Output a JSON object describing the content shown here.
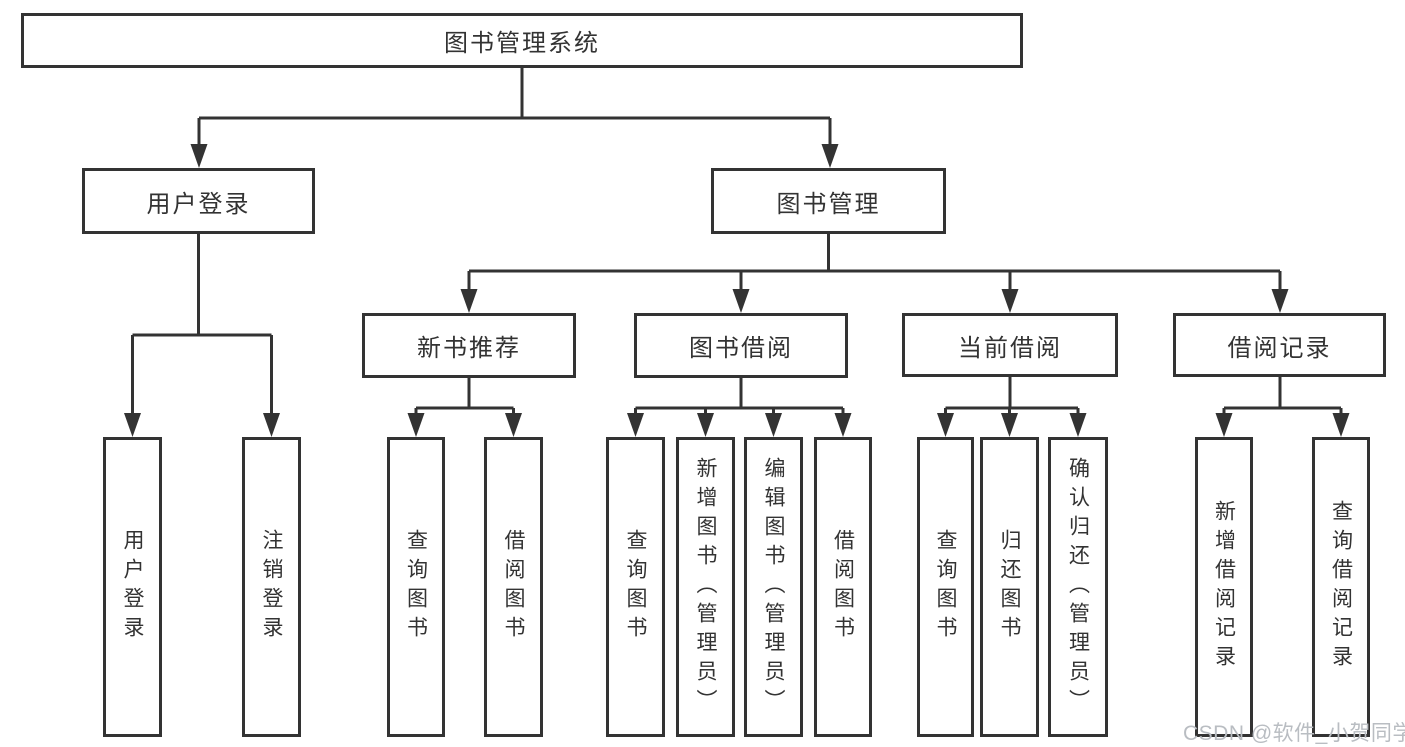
{
  "colors": {
    "line": "#333333",
    "text": "#333333",
    "box_background": "#ffffff",
    "page_background": "#ffffff",
    "watermark": "#b9bdc2"
  },
  "watermark": {
    "text": "CSDN @软件_小贺同学"
  },
  "tree": {
    "label": "图书管理系统",
    "children": [
      {
        "label": "用户登录",
        "children": [
          {
            "label": "用户登录"
          },
          {
            "label": "注销登录"
          }
        ]
      },
      {
        "label": "图书管理",
        "children": [
          {
            "label": "新书推荐",
            "children": [
              {
                "label": "查询图书"
              },
              {
                "label": "借阅图书"
              }
            ]
          },
          {
            "label": "图书借阅",
            "children": [
              {
                "label": "查询图书"
              },
              {
                "label": "新增图书（管理员）"
              },
              {
                "label": "编辑图书（管理员）"
              },
              {
                "label": "借阅图书"
              }
            ]
          },
          {
            "label": "当前借阅",
            "children": [
              {
                "label": "查询图书"
              },
              {
                "label": "归还图书"
              },
              {
                "label": "确认归还（管理员）"
              }
            ]
          },
          {
            "label": "借阅记录",
            "children": [
              {
                "label": "新增借阅记录"
              },
              {
                "label": "查询借阅记录"
              }
            ]
          }
        ]
      }
    ]
  }
}
